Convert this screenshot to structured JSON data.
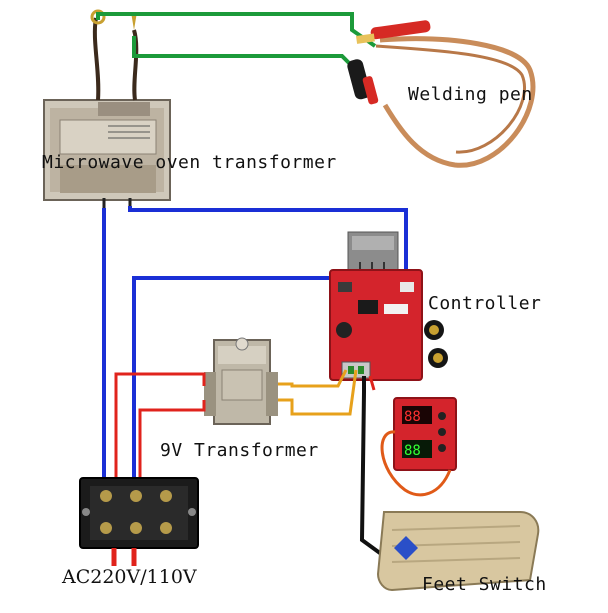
{
  "labels": {
    "welding_pen": "Welding pen",
    "microwave_transformer": "Microwave oven transformer",
    "controller": "Controller",
    "transformer_9v": "9V Transformer",
    "ac_input": "AC220V/110V",
    "feet_switch": "Feet Switch"
  },
  "colors": {
    "wire_blue": "#1a2fd6",
    "wire_green": "#1c9a3a",
    "wire_red": "#e0231c",
    "wire_orange": "#e7a11b",
    "wire_black": "#111111",
    "cable_copper": "#c98c5a",
    "board_red": "#d4242c",
    "pedal_beige": "#d8c7a0"
  }
}
